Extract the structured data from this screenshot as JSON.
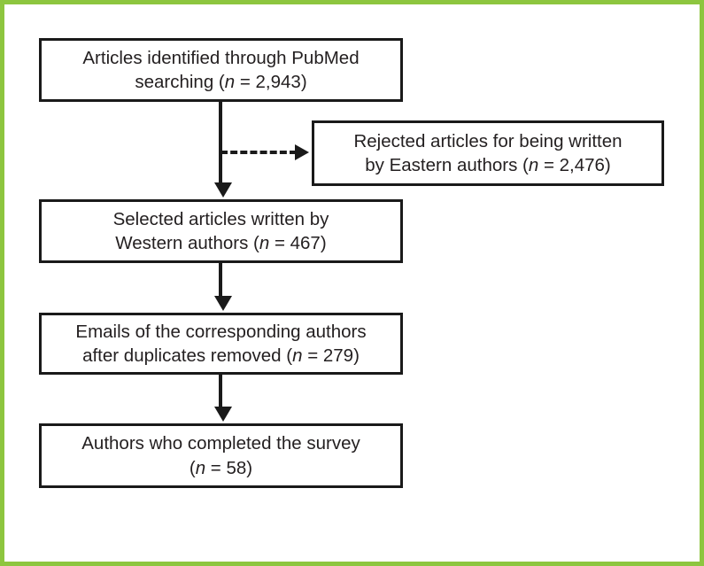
{
  "figure": {
    "type": "flow-diagram",
    "border_color": "#8dc63f",
    "box_border_color": "#1a1a1a",
    "text_color": "#231f20",
    "nodes": [
      {
        "id": "identified",
        "line1": "Articles identified through PubMed",
        "line2_prefix": "searching (",
        "line2_italic": "n",
        "line2_suffix": " = 2,943)"
      },
      {
        "id": "rejected",
        "line1": "Rejected articles for being written",
        "line2_prefix": "by Eastern authors (",
        "line2_italic": "n",
        "line2_suffix": " = 2,476)"
      },
      {
        "id": "selected",
        "line1": "Selected articles written by",
        "line2_prefix": "Western authors (",
        "line2_italic": "n",
        "line2_suffix": " = 467)"
      },
      {
        "id": "emails",
        "line1": "Emails of the corresponding authors",
        "line2_prefix": "after duplicates removed (",
        "line2_italic": "n",
        "line2_suffix": " = 279)"
      },
      {
        "id": "completed",
        "line1": "Authors who completed the survey",
        "line2_prefix": "(",
        "line2_italic": "n",
        "line2_suffix": " = 58)"
      }
    ]
  }
}
